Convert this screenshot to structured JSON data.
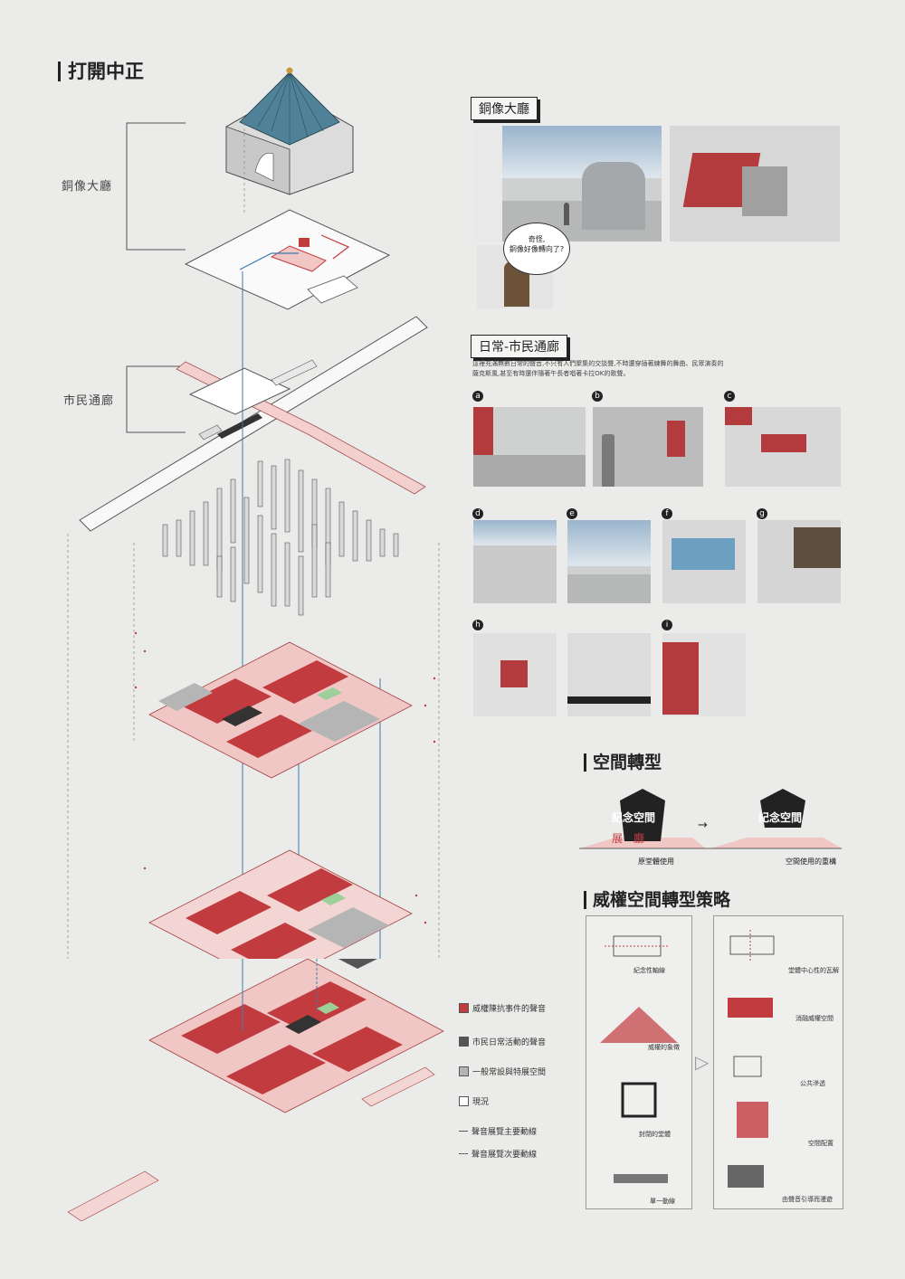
{
  "title": "打開中正",
  "left_labels": {
    "hall": "銅像大廳",
    "corridor": "市民通廊"
  },
  "sections": {
    "bronze_hall": {
      "heading": "銅像大廳",
      "speech": "奇怪,\n銅像好像轉向了?"
    },
    "daily_corridor": {
      "heading": "日常-市民通廊",
      "description_line1": "這裡充滿無數日常的聲音,不只有人們聚集的交談聲,不時還穿插著練舞的舞曲、民眾演奏的",
      "description_line2": "薩克斯風,甚至有時還伴隨著午長者唱著卡拉OK的歌聲。",
      "photo_letters": [
        "a",
        "b",
        "c",
        "d",
        "e",
        "f",
        "g",
        "h",
        "i"
      ]
    },
    "transformation": {
      "heading": "空間轉型",
      "memorial_label": "紀念空間",
      "exhibit_label": "展　廳",
      "caption_left": "原堂體使用",
      "caption_right": "空間使用的重構",
      "arrow": "→"
    },
    "strategy": {
      "heading": "威權空間轉型策略",
      "left_captions": [
        "紀念性軸線",
        "威權的象徵",
        "封閉的堂體",
        "單一動線"
      ],
      "right_captions": [
        "堂體中心性的瓦解",
        "消融威權空間",
        "公共滲透",
        "空間配置",
        "由聲音引導而漫遊"
      ],
      "arrow": "▷"
    }
  },
  "legend": [
    {
      "label": "威權陳抗事件的聲音",
      "color": "#c23b3e",
      "kind": "swatch"
    },
    {
      "label": "市民日常活動的聲音",
      "color": "#555555",
      "kind": "swatch"
    },
    {
      "label": "一般常設與特展空間",
      "color": "#b5b5b5",
      "kind": "swatch"
    },
    {
      "label": "現況",
      "color": "#ffffff",
      "kind": "swatch"
    },
    {
      "label": "聲音展覽主要動線",
      "color": "#555555",
      "kind": "line"
    },
    {
      "label": "聲音展覽次要動線",
      "color": "#555555",
      "kind": "dash"
    }
  ],
  "colors": {
    "accent_red": "#c23b3e",
    "pink": "#f0c7c5",
    "dark_gray": "#555555",
    "roof_blue": "#4f8298",
    "background": "#ebebea"
  }
}
